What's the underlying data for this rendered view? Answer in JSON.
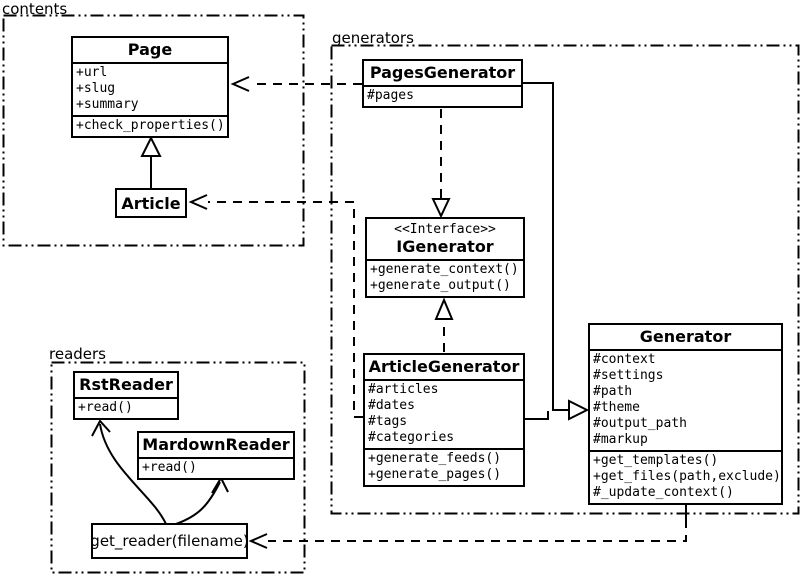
{
  "diagram_type": "uml-class-diagram",
  "colors": {
    "foreground": "#000000",
    "background": "#ffffff"
  },
  "packages": {
    "contents": {
      "label": "contents"
    },
    "generators": {
      "label": "generators"
    },
    "readers": {
      "label": "readers"
    }
  },
  "classes": {
    "page": {
      "name": "Page",
      "attributes": [
        "+url",
        "+slug",
        "+summary"
      ],
      "methods": [
        "+check_properties()"
      ]
    },
    "article": {
      "name": "Article"
    },
    "pages_generator": {
      "name": "PagesGenerator",
      "attributes": [
        "#pages"
      ]
    },
    "igenerator": {
      "stereotype": "<<Interface>>",
      "name": "IGenerator",
      "methods": [
        "+generate_context()",
        "+generate_output()"
      ]
    },
    "article_generator": {
      "name": "ArticleGenerator",
      "attributes": [
        "#articles",
        "#dates",
        "#tags",
        "#categories"
      ],
      "methods": [
        "+generate_feeds()",
        "+generate_pages()"
      ]
    },
    "generator": {
      "name": "Generator",
      "attributes": [
        "#context",
        "#settings",
        "#path",
        "#theme",
        "#output_path",
        "#markup"
      ],
      "methods": [
        "+get_templates()",
        "+get_files(path,exclude)",
        "#_update_context()"
      ]
    },
    "rst_reader": {
      "name": "RstReader",
      "methods": [
        "+read()"
      ]
    },
    "mardown_reader": {
      "name": "MardownReader",
      "methods": [
        "+read()"
      ]
    },
    "get_reader": {
      "label": "get_reader(filename)"
    }
  },
  "relations": [
    {
      "from": "Article",
      "to": "Page",
      "type": "inheritance"
    },
    {
      "from": "PagesGenerator",
      "to": "Page",
      "type": "dependency"
    },
    {
      "from": "ArticleGenerator",
      "to": "Article",
      "type": "dependency"
    },
    {
      "from": "PagesGenerator",
      "to": "IGenerator",
      "type": "realization"
    },
    {
      "from": "ArticleGenerator",
      "to": "IGenerator",
      "type": "realization"
    },
    {
      "from": "PagesGenerator",
      "to": "Generator",
      "type": "inheritance"
    },
    {
      "from": "ArticleGenerator",
      "to": "Generator",
      "type": "inheritance"
    },
    {
      "from": "Generator",
      "to": "get_reader(filename)",
      "type": "dependency"
    },
    {
      "from": "get_reader(filename)",
      "to": "RstReader",
      "type": "arrow"
    },
    {
      "from": "get_reader(filename)",
      "to": "MardownReader",
      "type": "arrow"
    }
  ]
}
